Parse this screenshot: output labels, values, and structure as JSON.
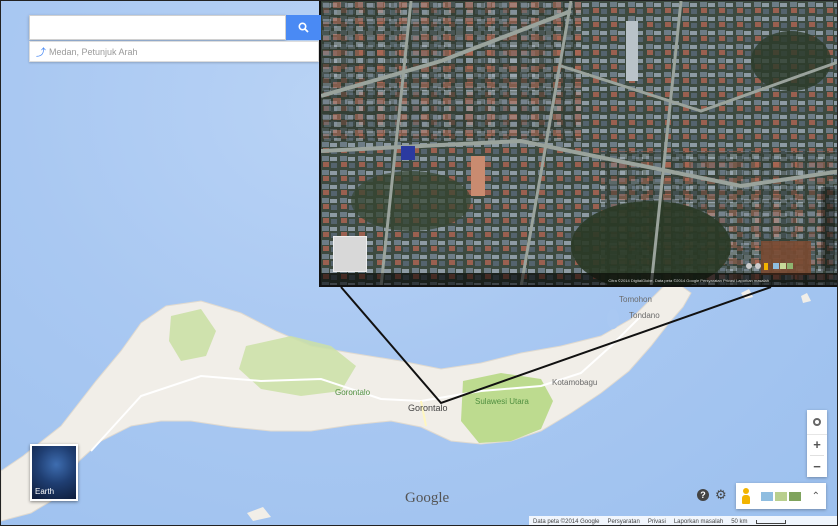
{
  "search": {
    "placeholder": "",
    "suggestion": "Medan, Petunjuk Arah"
  },
  "labels": {
    "tomohon": "Tomohon",
    "tondano": "Tondano",
    "kotamobagu": "Kotamobagu",
    "gorontalo_region": "Gorontalo",
    "gorontalo_city": "Gorontalo",
    "sulawesi_utara": "Sulawesi Utara"
  },
  "earth_label": "Earth",
  "google_logo": "Google",
  "footer": {
    "data": "Data peta ©2014 Google",
    "terms": "Persyaratan",
    "privacy": "Privasi",
    "report": "Laporkan masalah",
    "scale": "50 km"
  },
  "inset": {
    "attribution": "Citra ©2014 DigitalGlobe, Data peta ©2014 Google   Persyaratan   Privasi   Laporkan masalah"
  },
  "colors": {
    "water": "#a9c8f2",
    "land": "#f1eee8",
    "park": "#cbe0a6",
    "accent": "#4a8af4",
    "pegman": "#f2b400"
  }
}
